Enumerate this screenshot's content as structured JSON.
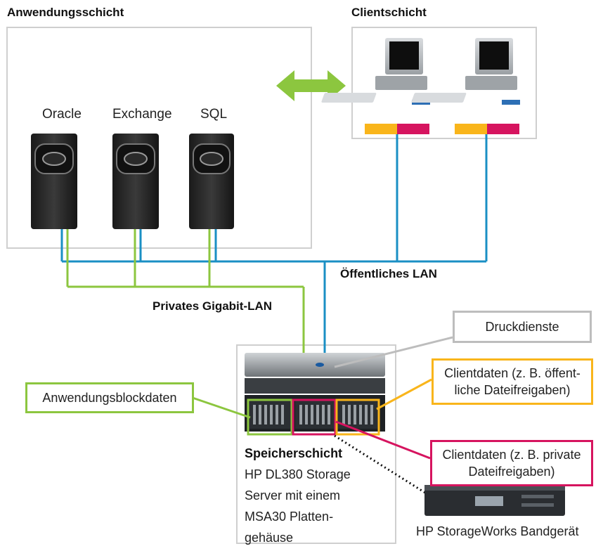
{
  "application_tier": {
    "title": "Anwendungsschicht",
    "servers": [
      {
        "label": "Oracle"
      },
      {
        "label": "Exchange"
      },
      {
        "label": "SQL"
      }
    ]
  },
  "client_tier": {
    "title": "Clientschicht"
  },
  "networks": {
    "public_lan": "Öffentliches LAN",
    "private_lan": "Privates Gigabit-LAN"
  },
  "storage_tier": {
    "title": "Speicherschicht",
    "description_lines": [
      "HP DL380 Storage",
      "Server mit einem",
      "MSA30 Platten-",
      "gehäuse"
    ]
  },
  "callouts": {
    "print_services": "Druckdienste",
    "client_data_public": [
      "Clientdaten (z. B. öffent-",
      "liche Dateifreigaben)"
    ],
    "client_data_private": [
      "Clientdaten (z. B. private",
      "Dateifreigaben)"
    ],
    "app_block_data": "Anwendungsblockdaten"
  },
  "tape_device": {
    "label": "HP StorageWorks Bandgerät"
  },
  "colors": {
    "public_lan": "#1a8fc4",
    "private_lan": "#8cc63f",
    "client_data_public": "#f9b51b",
    "client_data_private": "#d6145f",
    "print_services": "#bdbdbd",
    "arrow": "#8cc63f"
  }
}
